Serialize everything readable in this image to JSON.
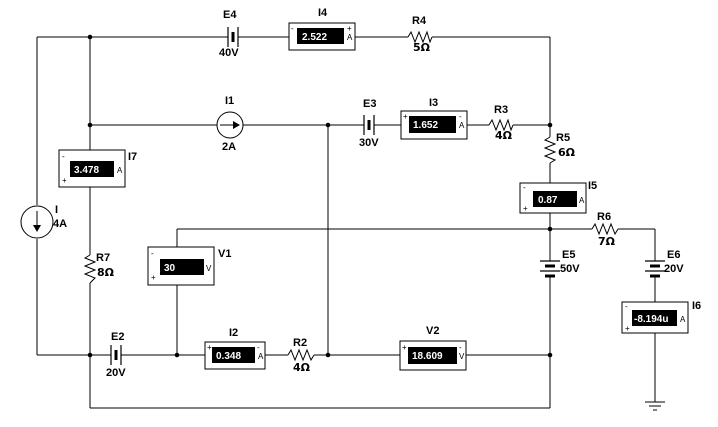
{
  "labels": {
    "E4": "E4",
    "E4v": "40V",
    "I4": "I4",
    "R4": "R4",
    "R4v": "5Ω",
    "I1": "I1",
    "I1v": "2A",
    "E3": "E3",
    "E3v": "30V",
    "I3": "I3",
    "R3": "R3",
    "R3v": "4Ω",
    "R5": "R5",
    "R5v": "6Ω",
    "I7": "I7",
    "I5": "I5",
    "I": "I",
    "Iv": "4A",
    "R6": "R6",
    "R6v": "7Ω",
    "V1": "V1",
    "R7": "R7",
    "R7v": "8Ω",
    "E5": "E5",
    "E5v": "50V",
    "E6": "E6",
    "E6v": "20V",
    "I6": "I6",
    "E2": "E2",
    "E2v": "20V",
    "I2": "I2",
    "R2": "R2",
    "R2v": "4Ω",
    "V2": "V2"
  },
  "meters": {
    "I4": {
      "value": "2.522",
      "unit": "A"
    },
    "I3": {
      "value": "1.652",
      "unit": "A"
    },
    "I7": {
      "value": "3.478",
      "unit": "A"
    },
    "I5": {
      "value": "0.87",
      "unit": "A"
    },
    "V1": {
      "value": "30",
      "unit": "V"
    },
    "I6": {
      "value": "-8.194u",
      "unit": "A"
    },
    "I2": {
      "value": "0.348",
      "unit": "A"
    },
    "V2": {
      "value": "18.609",
      "unit": "V"
    }
  },
  "signs": {
    "minus": "-",
    "plus": "+"
  }
}
